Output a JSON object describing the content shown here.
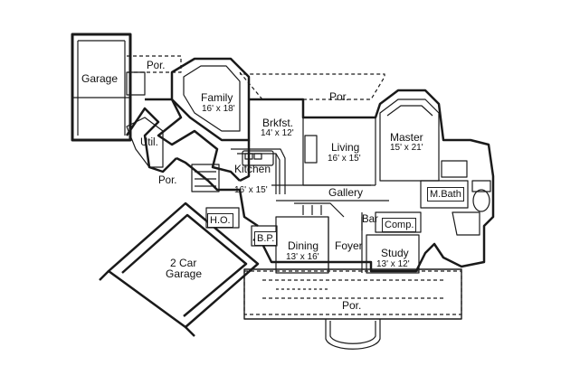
{
  "rooms": {
    "garage": {
      "name": "Garage"
    },
    "por_top": {
      "name": "Por."
    },
    "family": {
      "name": "Family",
      "dim": "16' x 18'"
    },
    "por_upper": {
      "name": "Por."
    },
    "brkfst": {
      "name": "Brkfst.",
      "dim": "14' x 12'"
    },
    "living": {
      "name": "Living",
      "dim": "16' x 15'"
    },
    "master": {
      "name": "Master",
      "dim": "15' x 21'"
    },
    "util": {
      "name": "Util."
    },
    "kitchen": {
      "name": "Kitchen",
      "dim": "16' x 15'"
    },
    "por_side": {
      "name": "Por."
    },
    "gallery": {
      "name": "Gallery"
    },
    "mbath": {
      "name": "M.Bath"
    },
    "ho": {
      "name": "H.O."
    },
    "bar": {
      "name": "Bar"
    },
    "comp": {
      "name": "Comp."
    },
    "bp": {
      "name": "B.P."
    },
    "dining": {
      "name": "Dining",
      "dim": "13' x 16'"
    },
    "foyer": {
      "name": "Foyer"
    },
    "study": {
      "name": "Study",
      "dim": "13' x 12'"
    },
    "car_garage": {
      "name": "2 Car",
      "name2": "Garage"
    },
    "por_front": {
      "name": "Por."
    }
  }
}
